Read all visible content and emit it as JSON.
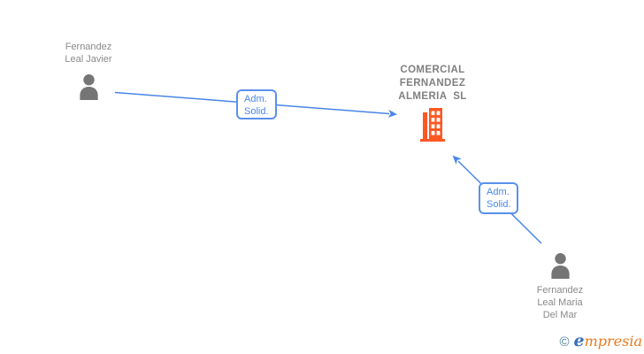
{
  "colors": {
    "background": "#ffffff",
    "edge_blue": "#4a86e8",
    "edge_box_border_blue": "#5a91ea",
    "person_icon_gray": "#757575",
    "person_label_gray": "#8a8a8a",
    "company_label_gray": "#808080",
    "building_orange": "#ff5722",
    "logo_copyright_teal": "#4a7e96",
    "logo_e_blue": "#3a6fb7",
    "logo_text_orange": "#e87a1e"
  },
  "nodes": {
    "person1": {
      "type": "person",
      "label": "Fernandez Leal Javier",
      "lines": [
        "Fernandez",
        "Leal Javier"
      ]
    },
    "company": {
      "type": "company",
      "label": "COMERCIAL FERNANDEZ ALMERIA SL",
      "lines": [
        "COMERCIAL",
        "FERNANDEZ",
        "ALMERIA  SL"
      ]
    },
    "person2": {
      "type": "person",
      "label": "Fernandez Leal Maria Del Mar",
      "lines": [
        "Fernandez",
        "Leal Maria",
        "Del Mar"
      ]
    }
  },
  "edges": {
    "edge1": {
      "from": "Fernandez Leal Javier",
      "to": "COMERCIAL FERNANDEZ ALMERIA SL",
      "relation": "Adm. Solid.",
      "label_lines": [
        "Adm.",
        "Solid."
      ]
    },
    "edge2": {
      "from": "Fernandez Leal Maria Del Mar",
      "to": "COMERCIAL FERNANDEZ ALMERIA SL",
      "relation": "Adm. Solid.",
      "label_lines": [
        "Adm.",
        "Solid."
      ]
    }
  },
  "watermark": {
    "copyright": "©",
    "brand_first_letter": "e",
    "brand_rest": "mpresia"
  }
}
